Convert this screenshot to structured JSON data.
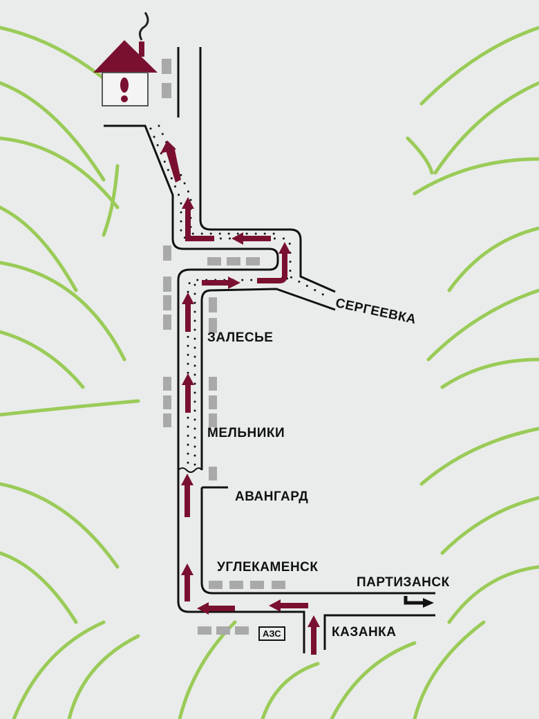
{
  "map": {
    "places": {
      "sergeevka": "СЕРГЕЕВКА",
      "zalesye": "ЗАЛЕСЬЕ",
      "melniki": "МЕЛЬНИКИ",
      "avangard": "АВАНГАРД",
      "uglekamensk": "УГЛЕКАМЕНСК",
      "partizansk": "ПАРТИЗАНСК",
      "kazanka": "КАЗАНКА"
    },
    "gas_station": "АЗС",
    "icons": [
      "house-icon",
      "route-arrow-icon",
      "direction-arrow-icon"
    ],
    "colors": {
      "route": "#7a1030",
      "grass": "#8dc63f",
      "road": "#111111",
      "building": "#9a9a9a"
    }
  }
}
